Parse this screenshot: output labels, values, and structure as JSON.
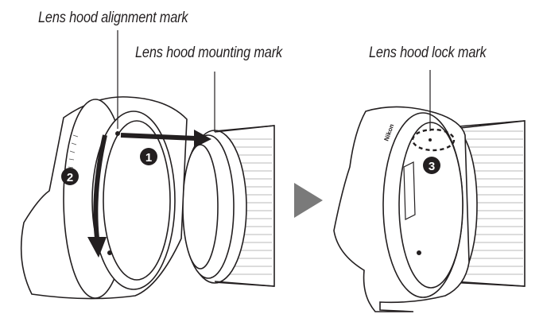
{
  "labels": {
    "alignment_mark": "Lens hood alignment mark",
    "mounting_mark": "Lens hood mounting mark",
    "lock_mark": "Lens hood lock mark"
  },
  "steps": {
    "step1": "1",
    "step2": "2",
    "step3": "3"
  },
  "brand_text": "Nikon",
  "colors": {
    "line": "#231f20",
    "badge": "#231f20",
    "arrow_gray": "#7a7a7a",
    "fill_light": "#ffffff",
    "barrel_fill": "#f4f4f4"
  },
  "icons": {
    "next_arrow": "triangle-right-icon"
  }
}
